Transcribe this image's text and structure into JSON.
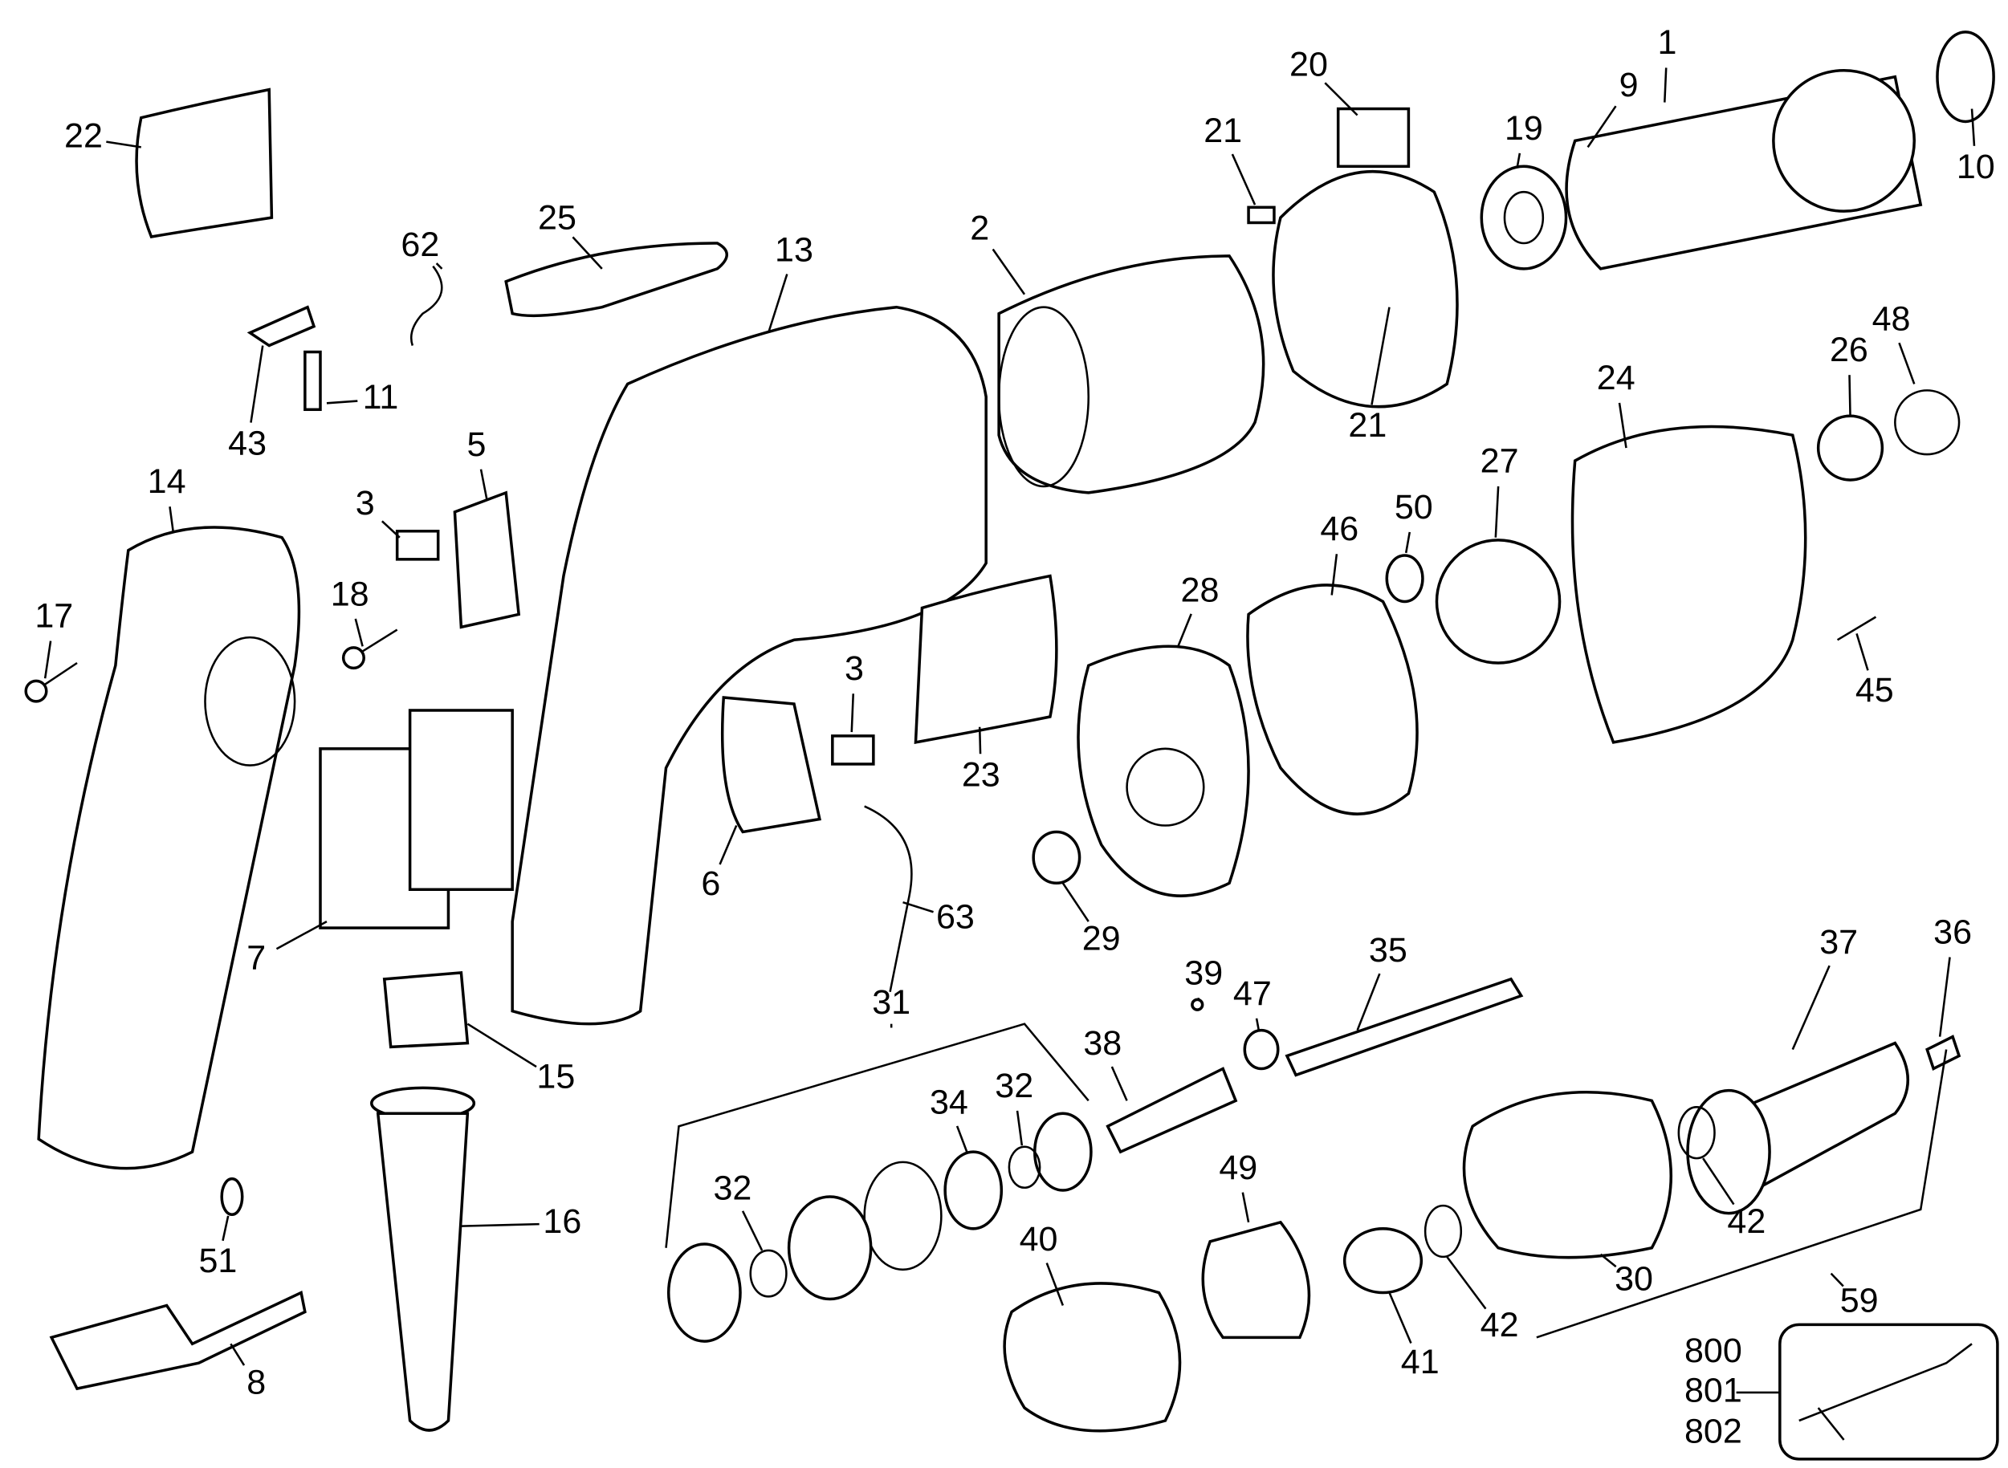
{
  "diagram": {
    "type": "exploded parts diagram",
    "line_color": "#000000",
    "background": "#ffffff",
    "callouts": [
      "22",
      "62",
      "25",
      "13",
      "2",
      "20",
      "21",
      "19",
      "9",
      "1",
      "10",
      "21",
      "43",
      "11",
      "5",
      "14",
      "3",
      "18",
      "17",
      "48",
      "26",
      "24",
      "27",
      "50",
      "46",
      "28",
      "45",
      "3",
      "23",
      "6",
      "63",
      "29",
      "7",
      "39",
      "47",
      "35",
      "36",
      "37",
      "31",
      "38",
      "34",
      "32",
      "32",
      "15",
      "49",
      "16",
      "51",
      "40",
      "42",
      "30",
      "59",
      "42",
      "41",
      "8",
      "800",
      "801",
      "802"
    ]
  }
}
